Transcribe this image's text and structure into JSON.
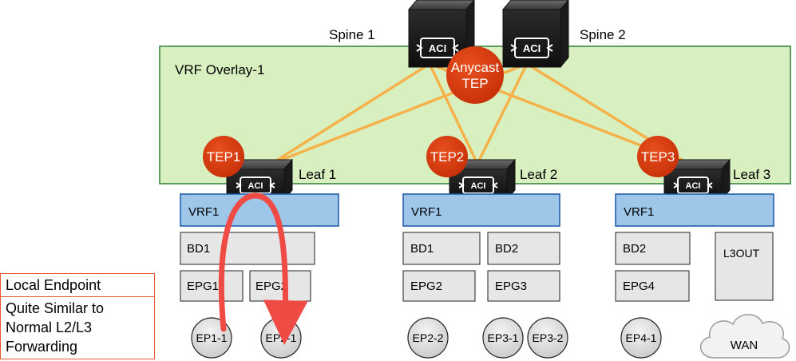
{
  "colors": {
    "overlay_fill": "#d8f0c0",
    "overlay_border": "#2e7d32",
    "vrf_fill": "#9dc6e8",
    "vrf_border": "#1a56a8",
    "box_fill": "#e6e6e6",
    "tep_fill": "#d83b10",
    "link": "#f5b24a",
    "arrow": "#ef4b44",
    "switch": "#2a2a2a",
    "legend_border": "#e8562e"
  },
  "icons": {
    "switch": "aci-switch-icon",
    "cloud": "cloud-icon"
  },
  "overlay": {
    "label": "VRF Overlay-1"
  },
  "spines": [
    {
      "label": "Spine 1",
      "badge": "ACI"
    },
    {
      "label": "Spine 2",
      "badge": "ACI"
    }
  ],
  "anycast": {
    "line1": "Anycast",
    "line2": "TEP"
  },
  "leaves": [
    {
      "label": "Leaf 1",
      "tep": "TEP1",
      "badge": "ACI",
      "vrf": "VRF1"
    },
    {
      "label": "Leaf 2",
      "tep": "TEP2",
      "badge": "ACI",
      "vrf": "VRF1"
    },
    {
      "label": "Leaf 3",
      "tep": "TEP3",
      "badge": "ACI",
      "vrf": "VRF1"
    }
  ],
  "bds": [
    "BD1",
    "BD1",
    "BD2",
    "BD2"
  ],
  "epgs": [
    "EPG1",
    "EPG2",
    "EPG2",
    "EPG3",
    "EPG4"
  ],
  "l3out": "L3OUT",
  "endpoints": [
    "EP1-1",
    "EP2-1",
    "EP2-2",
    "EP3-1",
    "EP3-2",
    "EP4-1"
  ],
  "wan": "WAN",
  "legend": {
    "title": "Local Endpoint",
    "description": "Quite Similar to Normal L2/L3 Forwarding"
  }
}
